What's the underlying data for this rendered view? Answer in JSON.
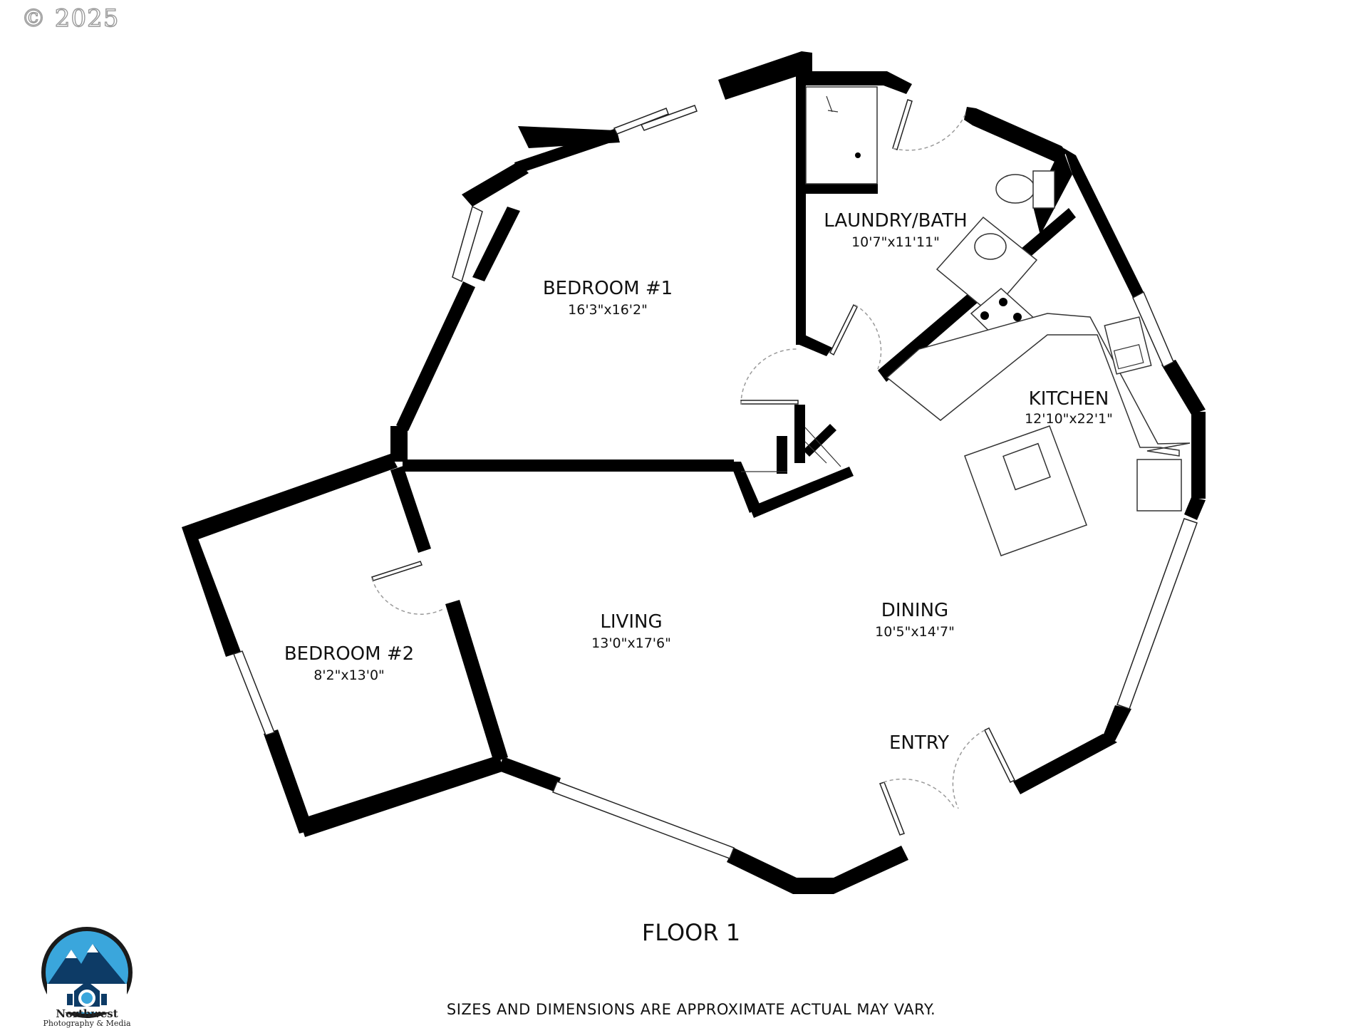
{
  "copyright": "© 2025",
  "floor_title": "FLOOR 1",
  "disclaimer": "SIZES AND DIMENSIONS ARE APPROXIMATE ACTUAL MAY VARY.",
  "logo": {
    "name": "Northwest",
    "subtitle": "Photography & Media",
    "colors": {
      "ring": "#1a1a1a",
      "sky": "#3aa6dc",
      "mountain": "#0d3b66",
      "snow": "#ffffff"
    }
  },
  "rooms": [
    {
      "name": "BEDROOM #1",
      "dims": "16'3\"x16'2\""
    },
    {
      "name": "LAUNDRY/BATH",
      "dims": "10'7\"x11'11\""
    },
    {
      "name": "KITCHEN",
      "dims": "12'10\"x22'1\""
    },
    {
      "name": "LIVING",
      "dims": "13'0\"x17'6\""
    },
    {
      "name": "DINING",
      "dims": "10'5\"x14'7\""
    },
    {
      "name": "BEDROOM #2",
      "dims": "8'2\"x13'0\""
    },
    {
      "name": "ENTRY",
      "dims": ""
    }
  ]
}
